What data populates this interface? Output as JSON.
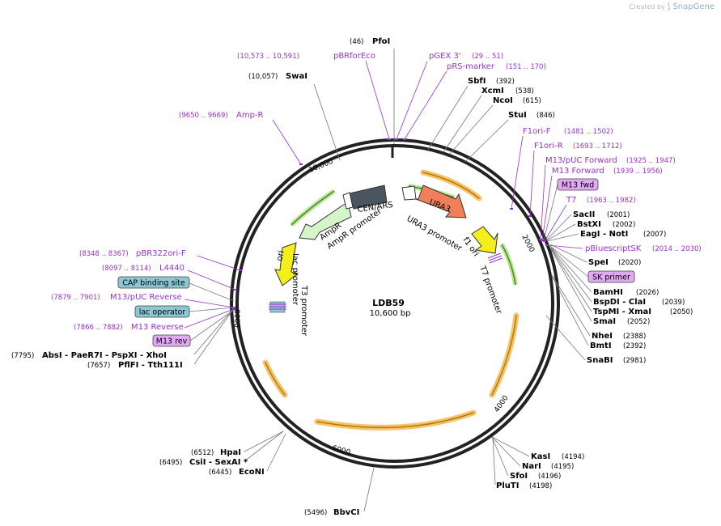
{
  "credit": {
    "prefix": "Created by",
    "brand": "SnapGene"
  },
  "plasmid": {
    "name": "LDB59",
    "length": "10,600 bp"
  },
  "colors": {
    "enzyme": "#000000",
    "feature_label": "#9932cc",
    "feature_box_purple": "#e2a9f3",
    "feature_box_blue": "#8dc7d4",
    "orange_arc": "#f5c36a",
    "ampr": "#d4f5c8",
    "cen": "#4b5560",
    "ura3": "#f07f5a",
    "ori": "#f4ee1a",
    "f1ori": "#f4ee1a",
    "promoter_green": "#3f8a1f"
  },
  "ruler_ticks": [
    {
      "label": "2000"
    },
    {
      "label": "4000"
    },
    {
      "label": "6000"
    },
    {
      "label": "8000"
    },
    {
      "label": "10,000"
    }
  ],
  "enzymes": [
    {
      "name": "PfoI",
      "pos": "(46)"
    },
    {
      "name": "SwaI",
      "pos": "(10,057)"
    },
    {
      "name": "SbfI",
      "pos": "(392)"
    },
    {
      "name": "XcmI",
      "pos": "(538)"
    },
    {
      "name": "NcoI",
      "pos": "(615)"
    },
    {
      "name": "StuI",
      "pos": "(846)"
    },
    {
      "name": "SacII",
      "pos": "(2001)"
    },
    {
      "name": "BstXI",
      "pos": "(2002)"
    },
    {
      "name": "EagI  -  NotI",
      "pos": "(2007)"
    },
    {
      "name": "SpeI",
      "pos": "(2020)"
    },
    {
      "name": "BamHI",
      "pos": "(2026)"
    },
    {
      "name": "BspDI  -  ClaI",
      "pos": "(2039)"
    },
    {
      "name": "TspMI  -  XmaI",
      "pos": "(2050)"
    },
    {
      "name": "SmaI",
      "pos": "(2052)"
    },
    {
      "name": "NheI",
      "pos": "(2388)"
    },
    {
      "name": "BmtI",
      "pos": "(2392)"
    },
    {
      "name": "SnaBI",
      "pos": "(2981)"
    },
    {
      "name": "KasI",
      "pos": "(4194)"
    },
    {
      "name": "NarI",
      "pos": "(4195)"
    },
    {
      "name": "SfoI",
      "pos": "(4196)"
    },
    {
      "name": "PluTI",
      "pos": "(4198)"
    },
    {
      "name": "BbvCI",
      "pos": "(5496)"
    },
    {
      "name": "HpaI",
      "pos": "(6512)"
    },
    {
      "name": "CsiI  -  SexAI *",
      "pos": "(6495)"
    },
    {
      "name": "EcoNI",
      "pos": "(6445)"
    },
    {
      "name": "AbsI  -  PaeR7I  -  PspXI  -  XhoI",
      "pos": "(7795)"
    },
    {
      "name": "PflFI  -  Tth111I",
      "pos": "(7657)"
    }
  ],
  "primer_labels": [
    {
      "name": "pBRforEco",
      "range": "(10,573 .. 10,591)"
    },
    {
      "name": "pGEX 3'",
      "range": "(29 .. 51)"
    },
    {
      "name": "pRS-marker",
      "range": "(151 .. 170)"
    },
    {
      "name": "Amp-R",
      "range": "(9650 .. 9669)"
    },
    {
      "name": "F1ori-F",
      "range": "(1481 .. 1502)"
    },
    {
      "name": "F1ori-R",
      "range": "(1693 .. 1712)"
    },
    {
      "name": "M13/pUC Forward",
      "range": "(1925 .. 1947)"
    },
    {
      "name": "M13 Forward",
      "range": "(1939 .. 1956)"
    },
    {
      "name": "T7",
      "range": "(1963 .. 1982)"
    },
    {
      "name": "pBluescriptSK",
      "range": "(2014 .. 2030)"
    },
    {
      "name": "pBR322ori-F",
      "range": "(8348 .. 8367)"
    },
    {
      "name": "L4440",
      "range": "(8097 .. 8114)"
    },
    {
      "name": "M13/pUC Reverse",
      "range": "(7879 .. 7901)"
    },
    {
      "name": "M13 Reverse",
      "range": "(7866 .. 7882)"
    }
  ],
  "boxed_labels": [
    {
      "name": "M13 fwd"
    },
    {
      "name": "SK primer"
    },
    {
      "name": "CAP binding site"
    },
    {
      "name": "lac operator"
    },
    {
      "name": "M13 rev"
    }
  ],
  "inner_features": [
    {
      "name": "CEN/ARS"
    },
    {
      "name": "AmpR"
    },
    {
      "name": "AmpR promoter"
    },
    {
      "name": "URA3"
    },
    {
      "name": "URA3 promoter"
    },
    {
      "name": "f1 ori"
    },
    {
      "name": "T7 promoter"
    },
    {
      "name": "ori"
    },
    {
      "name": "lac promoter"
    },
    {
      "name": "T3 promoter"
    }
  ]
}
